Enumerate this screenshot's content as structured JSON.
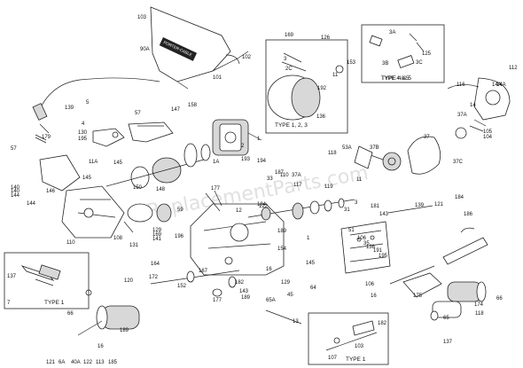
{
  "watermark": "eReplacementParts.com",
  "brand_on_bag": "PORTER-CABLE",
  "type_labels": {
    "type_123": "TYPE 1, 2, 3",
    "type_45": "TYPE 4 & 5",
    "type_1_left": "TYPE 1",
    "type_1_right": "TYPE 1"
  },
  "part_labels": [
    "103",
    "90A",
    "102",
    "139",
    "5",
    "179",
    "101",
    "169",
    "126",
    "3",
    "2C",
    "153",
    "11",
    "192",
    "136",
    "3A",
    "3C",
    "125",
    "3B",
    "112",
    "TYPE 4 & 5",
    "116",
    "14A",
    "57",
    "4",
    "147",
    "158",
    "130",
    "195",
    "1",
    "2",
    "37A",
    "105",
    "104",
    "57",
    "145",
    "148",
    "1A",
    "150",
    "194",
    "37",
    "37B",
    "37C",
    "14A",
    "14",
    "140",
    "146",
    "144",
    "11A",
    "145",
    "140",
    "193",
    "110",
    "33",
    "37A",
    "53A",
    "118",
    "11",
    "144",
    "117",
    "119",
    "3",
    "181",
    "143",
    "139",
    "121",
    "184",
    "186",
    "187",
    "110",
    "108",
    "131",
    "59",
    "129",
    "196",
    "184",
    "122",
    "177",
    "31",
    "169",
    "141",
    "164",
    "167",
    "189",
    "12",
    "154",
    "129",
    "1",
    "51",
    "106",
    "35",
    "136",
    "191",
    "195",
    "145",
    "16",
    "137",
    "7",
    "172",
    "120",
    "152",
    "182",
    "143",
    "189",
    "177",
    "45",
    "106",
    "16",
    "175",
    "174",
    "118",
    "66",
    "66",
    "16",
    "189",
    "65A",
    "13",
    "182",
    "103",
    "107",
    "65",
    "137",
    "64",
    "121",
    "6A",
    "40A",
    "122",
    "113",
    "185"
  ]
}
